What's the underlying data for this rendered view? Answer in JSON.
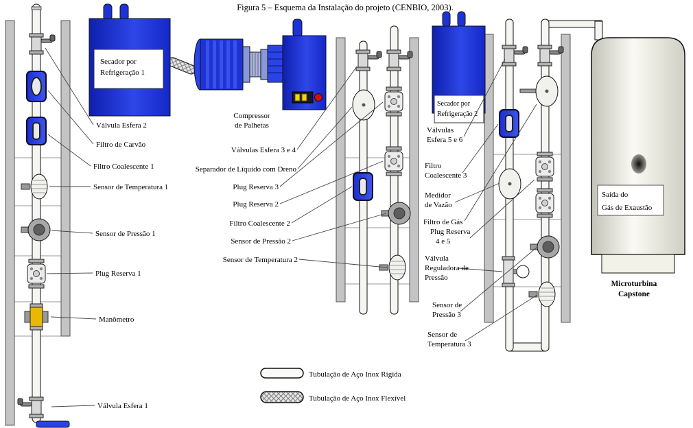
{
  "title": "Figura 5 – Esquema da Instalação do projeto (CENBIO, 2003).",
  "equipment": {
    "secador1": {
      "line1": "Secador por",
      "line2": "Refrigeração 1"
    },
    "secador2": {
      "line1": "Secador por",
      "line2": "Refrigeração 2"
    },
    "compressor": {
      "line1": "Compressor",
      "line2": "de Palhetas"
    },
    "microturbina": {
      "line1": "Microturbina",
      "line2": "Capstone"
    },
    "saida_gas": {
      "line1": "Saída do",
      "line2": "Gás de Exaustão"
    }
  },
  "left_labels": {
    "valvula_esfera_2": "Válvula Esfera 2",
    "filtro_carvao": "Filtro de Carvão",
    "filtro_coalescente_1": "Filtro Coalescente 1",
    "sensor_temperatura_1": "Sensor de Temperatura 1",
    "sensor_pressao_1": "Sensor de Pressão 1",
    "plug_reserva_1": "Plug Reserva 1",
    "manometro": "Manômetro",
    "valvula_esfera_1": "Válvula Esfera 1"
  },
  "middle_labels": {
    "valvulas_esfera_3_4": "Válvulas Esfera 3 e 4",
    "separador_liquido": "Separador de Líquido com Dreno",
    "plug_reserva_3": "Plug Reserva 3",
    "plug_reserva_2": "Plug Reserva 2",
    "filtro_coalescente_2": "Filtro Coalescente 2",
    "sensor_pressao_2": "Sensor de Pressão 2",
    "sensor_temperatura_2": "Sensor de Temperatura 2"
  },
  "right_labels": {
    "valvulas_esfera_5_6": {
      "line1": "Válvulas",
      "line2": "Esfera 5 e 6"
    },
    "filtro_coalescente_3": {
      "line1": "Filtro",
      "line2": "Coalescente 3"
    },
    "medidor_vazao": {
      "line1": "Medidor",
      "line2": "de Vazão"
    },
    "filtro_gas": "Filtro de Gás",
    "plug_reserva_4_5": {
      "line1": "Plug Reserva",
      "line2": "4 e 5"
    },
    "valvula_reguladora": {
      "line1": "Válvula",
      "line2": "Reguladora de",
      "line3": "Pressão"
    },
    "sensor_pressao_3": {
      "line1": "Sensor de",
      "line2": "Pressão 3"
    },
    "sensor_temperatura_3": {
      "line1": "Sensor de",
      "line2": "Temperatura 3"
    }
  },
  "legend": {
    "rigida": "Tubulação de Aço Inox Rígida",
    "flexivel": "Tubulação de Aço Inox Flexível"
  },
  "colors": {
    "equipment_blue": "#1d33d6",
    "component_blue": "#2a43e6",
    "rail_gray": "#c4c4c4",
    "pipe_fill": "#f5f5f2",
    "manometer_yellow": "#e9b800",
    "indicator_yellow": "#ffd400",
    "button_red": "#d01010"
  }
}
